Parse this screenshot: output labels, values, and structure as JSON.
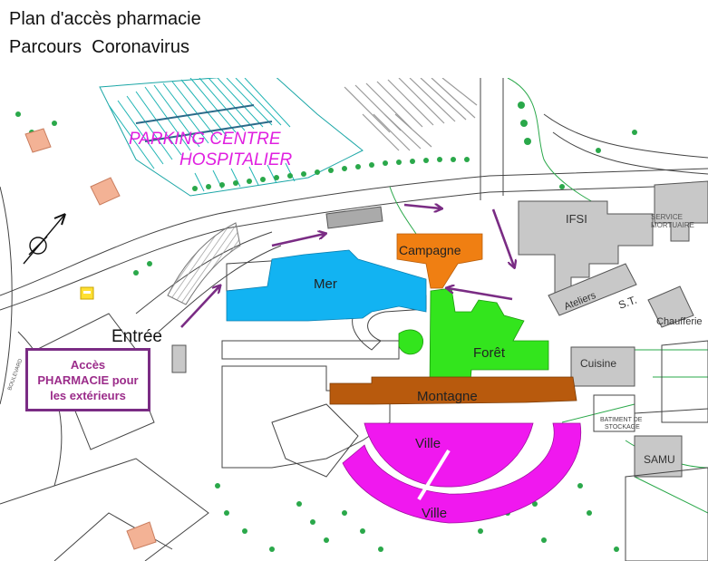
{
  "header": {
    "title_line1": "Plan d'accès pharmacie",
    "title_line2": "Parcours  Coronavirus"
  },
  "map": {
    "parking_label_line1": "PARKING CENTRE",
    "parking_label_line2": "HOSPITALIER",
    "zones": {
      "mer": "Mer",
      "campagne": "Campagne",
      "foret": "Forêt",
      "montagne": "Montagne",
      "ville_inner": "Ville",
      "ville_outer": "Ville"
    },
    "buildings": {
      "ifsi": "IFSI",
      "service_mortuaire_1": "SERVICE",
      "service_mortuaire_2": "MORTUAIRE",
      "ateliers": "Ateliers",
      "st": "S.T.",
      "chaufferie": "Chaufferie",
      "cuisine": "Cuisine",
      "batiment_stockage_1": "BATIMENT DE",
      "batiment_stockage_2": "STOCKAGE",
      "samu": "SAMU",
      "boulevard": "BOULEVARD"
    },
    "entree_label": "Entrée",
    "callout": {
      "line1": "Accès",
      "line2": "PHARMACIE pour",
      "line3": "les extérieurs"
    }
  },
  "colors": {
    "mer": "#12b3f2",
    "campagne": "#f07f12",
    "foret": "#33e51d",
    "montagne": "#b85a0d",
    "ville": "#f018ef",
    "route_arrow": "#7a2c84",
    "parking_text": "#e020e0",
    "vegetation": "#2aa84a",
    "building_gray": "#c8c8c8"
  }
}
